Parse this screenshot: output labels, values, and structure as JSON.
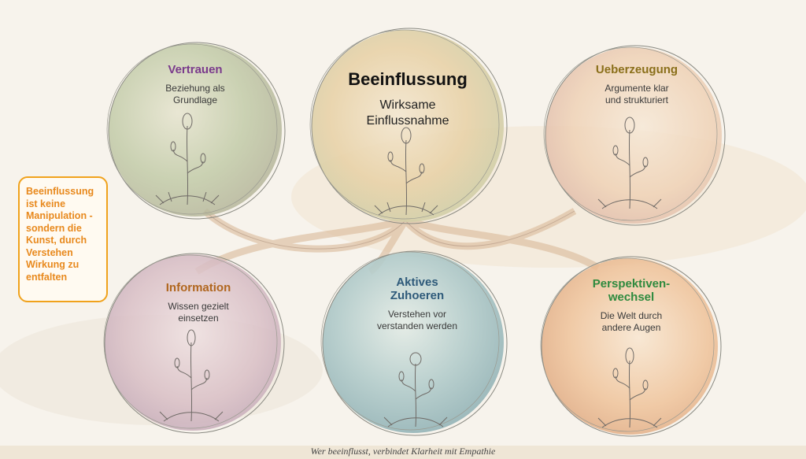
{
  "center": {
    "title": "Beeinflussung",
    "subtitle_line1": "Wirksame",
    "subtitle_line2": "Einflussnahme",
    "color": "#111111"
  },
  "nodes": [
    {
      "id": "vertrauen",
      "title": "Vertrauen",
      "line1": "Beziehung als",
      "line2": "Grundlage",
      "title_color": "#7a3a8c",
      "wash": "#b8c4a2"
    },
    {
      "id": "ueberzeugung",
      "title": "Ueberzeugung",
      "line1": "Argumente klar",
      "line2": "und strukturiert",
      "title_color": "#8a6f1a",
      "wash": "#e8c9a8"
    },
    {
      "id": "information",
      "title": "Information",
      "line1": "Wissen gezielt",
      "line2": "einsetzen",
      "title_color": "#b0661e",
      "wash": "#c9a9b8"
    },
    {
      "id": "aktives-zuhoeren",
      "title_line1": "Aktives",
      "title_line2": "Zuhoeren",
      "line1": "Verstehen vor",
      "line2": "verstanden werden",
      "title_color": "#2e5a7a",
      "wash": "#9fbcc0"
    },
    {
      "id": "perspektivenwechsel",
      "title_line1": "Perspektiven-",
      "title_line2": "wechsel",
      "line1": "Die Welt durch",
      "line2": "andere Augen",
      "title_color": "#2e8a3e",
      "wash": "#e8b68a"
    }
  ],
  "side_note": {
    "lines": [
      "Beeinflussung",
      "ist keine",
      "Manipulation -",
      "sondern die",
      "Kunst, durch",
      "Verstehen",
      "Wirkung zu",
      "entfalten"
    ],
    "color": "#e8891d"
  },
  "footer": {
    "text": "Wer beeinflusst, verbindet Klarheit mit Empathie"
  }
}
